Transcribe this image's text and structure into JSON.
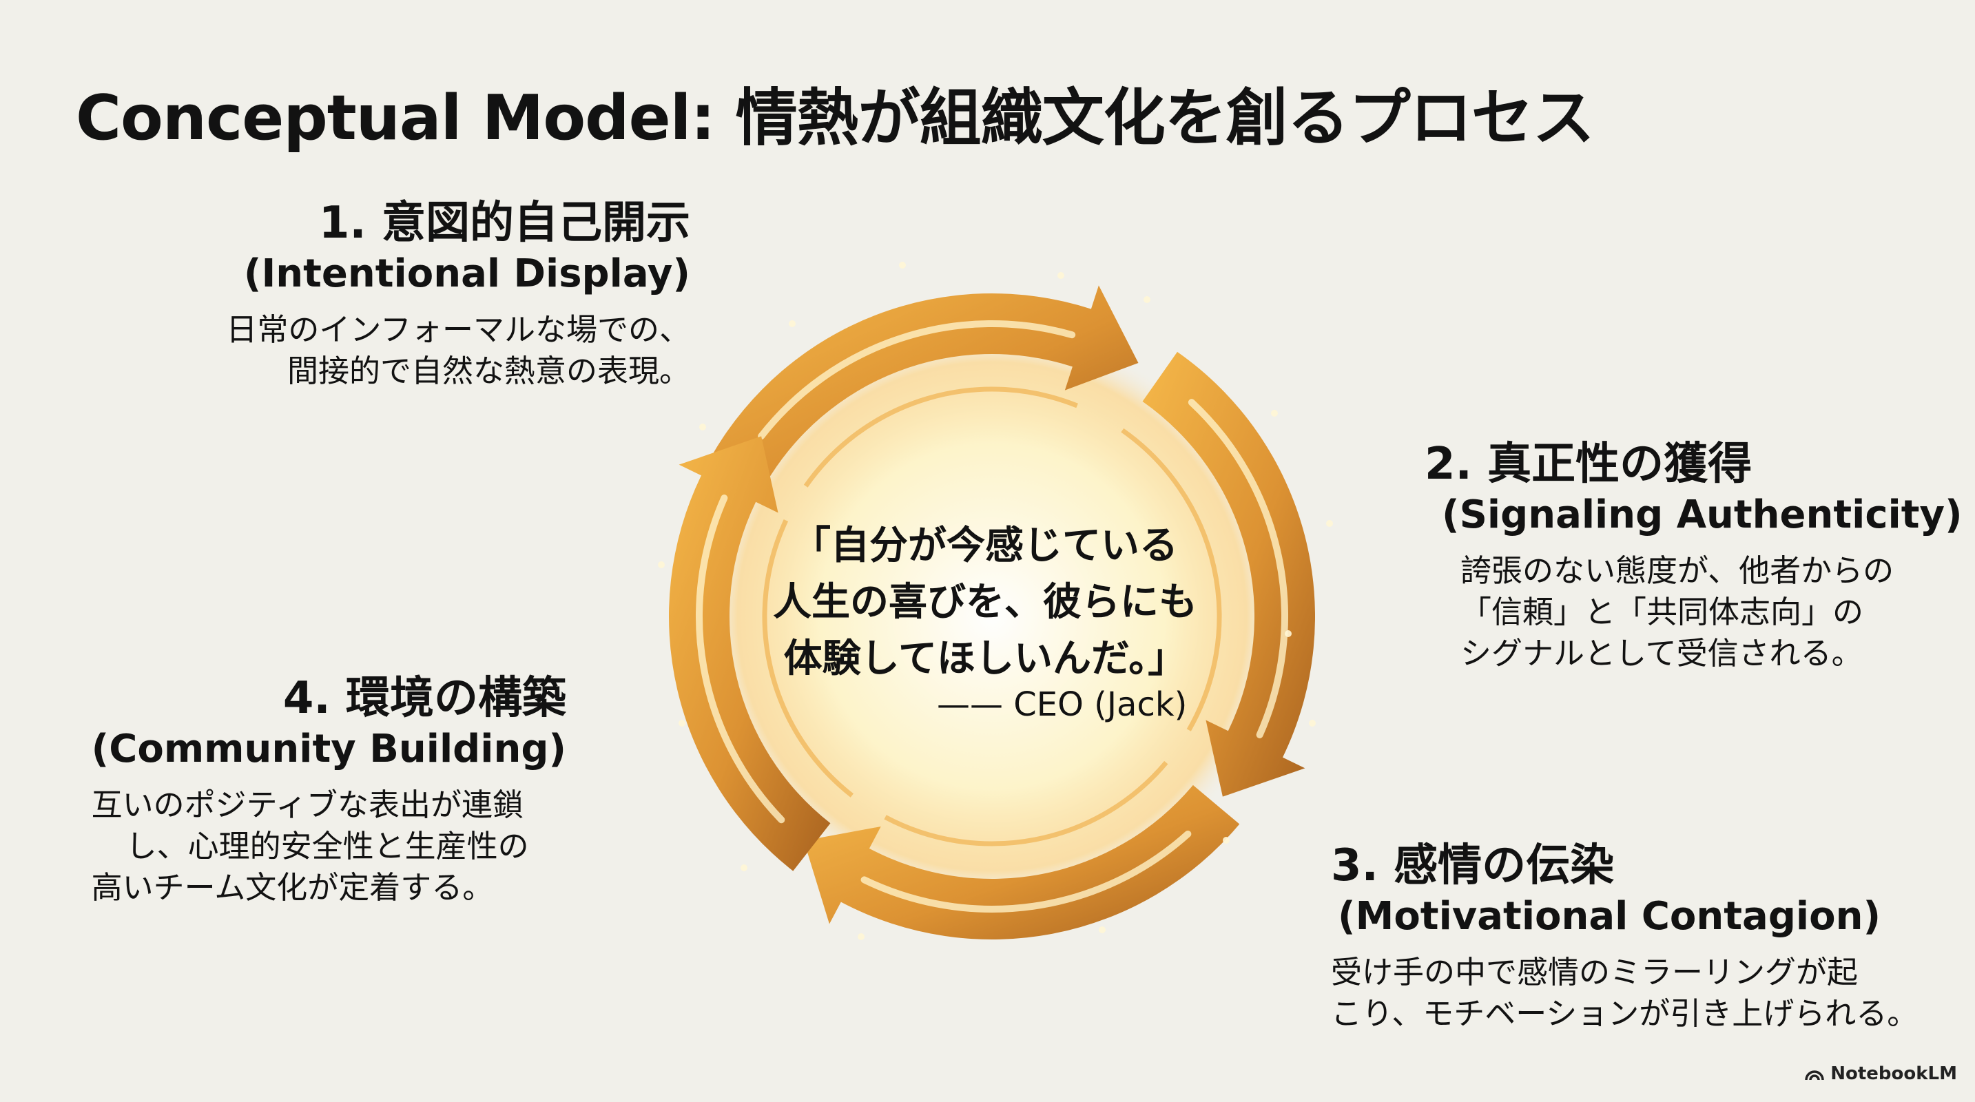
{
  "title": "Conceptual Model: 情熱が組織文化を創るプロセス",
  "center": {
    "quote_lines": [
      "「自分が今感じている",
      "人生の喜びを、彼らにも",
      "体験してほしいんだ。」"
    ],
    "attribution": "—— CEO (Jack)"
  },
  "steps": [
    {
      "heading": "1. 意図的自己開示",
      "english": "(Intentional Display)",
      "description": [
        "日常のインフォーマルな場での、",
        "間接的で自然な熱意の表現。"
      ]
    },
    {
      "heading": "2. 真正性の獲得",
      "english": "(Signaling Authenticity)",
      "description": [
        "誇張のない態度が、他者からの",
        "「信頼」と「共同体志向」の",
        "シグナルとして受信される。"
      ]
    },
    {
      "heading": "3. 感情の伝染",
      "english": "(Motivational Contagion)",
      "description": [
        "受け手の中で感情のミラーリングが起",
        "こり、モチベーションが引き上げられる。"
      ]
    },
    {
      "heading": "4. 環境の構築",
      "english": "(Community Building)",
      "description": [
        "互いのポジティブな表出が連鎖",
        "し、心理的安全性と生産性の",
        "高いチーム文化が定着する。"
      ]
    }
  ],
  "colors": {
    "arrow_light": "#f5b84a",
    "arrow_mid": "#dc9233",
    "arrow_dark": "#a8621f",
    "glow": "#fff4c4"
  },
  "footer": {
    "brand": "NotebookLM",
    "icon": "notebooklm-logo-icon"
  }
}
